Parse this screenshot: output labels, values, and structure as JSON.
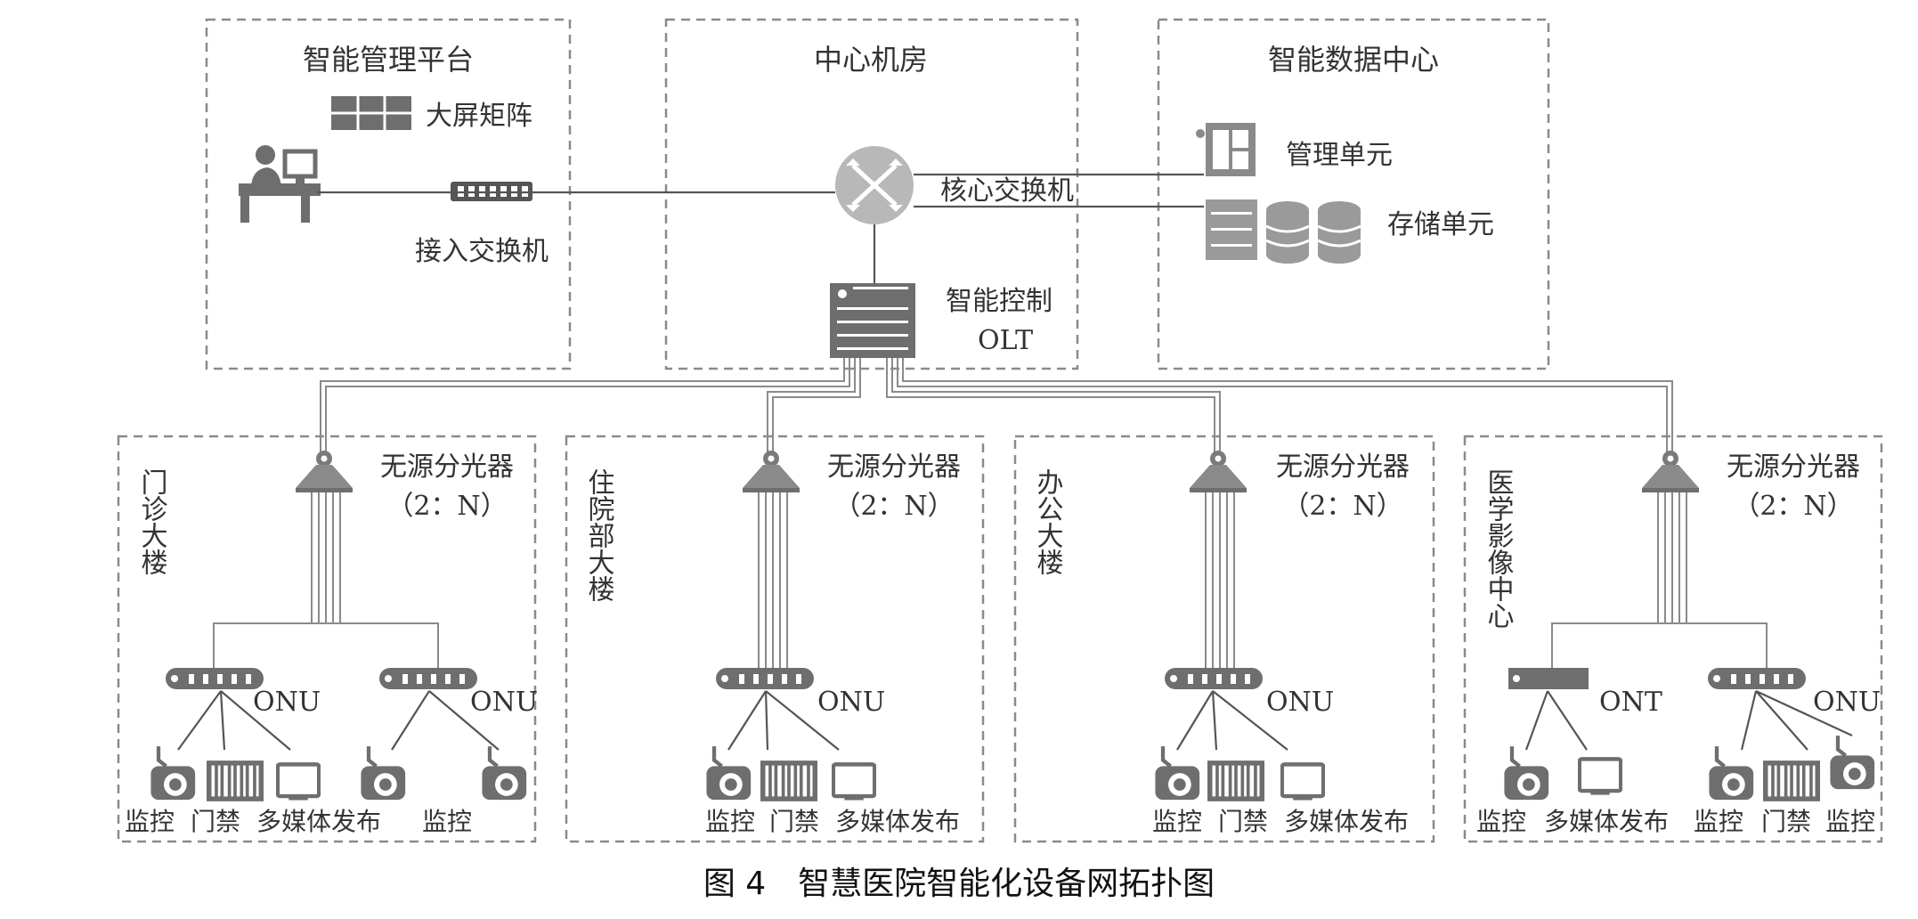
{
  "caption": "图 4　智慧医院智能化设备网拓扑图",
  "top": {
    "platform": {
      "title": "智能管理平台",
      "screen": "大屏矩阵",
      "access_switch": "接入交换机"
    },
    "center": {
      "title": "中心机房",
      "core_switch": "核心交换机",
      "olt_line1": "智能控制",
      "olt_line2": "OLT"
    },
    "datacenter": {
      "title": "智能数据中心",
      "mgmt": "管理单元",
      "storage": "存储单元"
    }
  },
  "buildings": [
    {
      "name": "门诊大楼",
      "splitter_line1": "无源分光器",
      "splitter_line2": "（2：N）",
      "units": [
        {
          "type": "ONU",
          "devices": [
            "监控",
            "门禁",
            "多媒体发布"
          ]
        },
        {
          "type": "ONU",
          "devices": [
            "监控"
          ]
        }
      ]
    },
    {
      "name": "住院部大楼",
      "splitter_line1": "无源分光器",
      "splitter_line2": "（2：N）",
      "units": [
        {
          "type": "ONU",
          "devices": [
            "监控",
            "门禁",
            "多媒体发布"
          ]
        }
      ]
    },
    {
      "name": "办公大楼",
      "splitter_line1": "无源分光器",
      "splitter_line2": "（2：N）",
      "units": [
        {
          "type": "ONU",
          "devices": [
            "监控",
            "门禁",
            "多媒体发布"
          ]
        }
      ]
    },
    {
      "name": "医学影像中心",
      "splitter_line1": "无源分光器",
      "splitter_line2": "（2：N）",
      "units": [
        {
          "type": "ONT",
          "devices": [
            "监控",
            "多媒体发布"
          ]
        },
        {
          "type": "ONU",
          "devices": [
            "监控",
            "门禁",
            "监控"
          ]
        }
      ]
    }
  ]
}
